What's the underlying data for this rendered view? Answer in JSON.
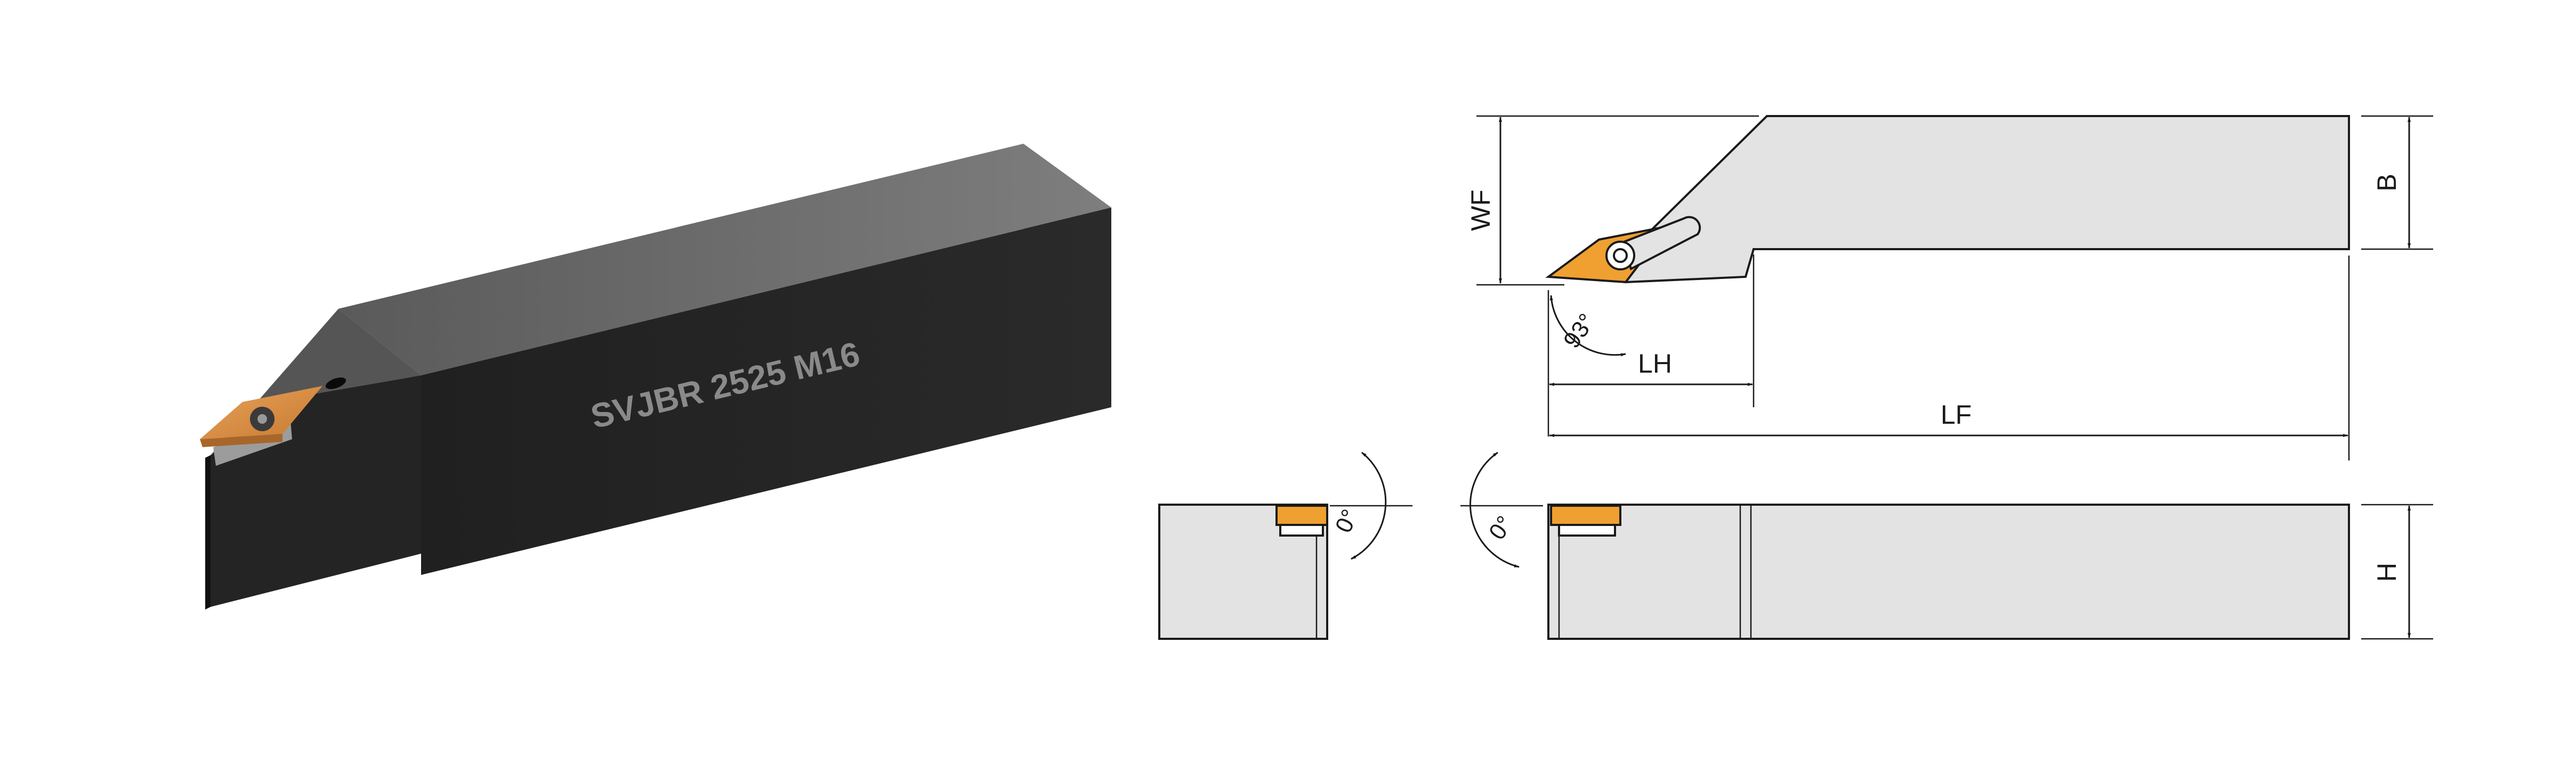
{
  "render": {
    "product_code": "SVJBR 2525 M16",
    "dimensions": {
      "wf": "WF",
      "b": "B",
      "lh": "LH",
      "lf": "LF",
      "h": "H"
    },
    "angles": {
      "approach": "93°",
      "inclination_end_view": "0°",
      "inclination_side_view": "0°"
    }
  },
  "colors": {
    "body_front": "#262626",
    "body_top": "#7a7a7a",
    "insert": "#d88a3c",
    "drawing_fill": "#e3e3e3",
    "drawing_stroke": "#1a1a1a",
    "insert_drawing": "#f0a030"
  }
}
